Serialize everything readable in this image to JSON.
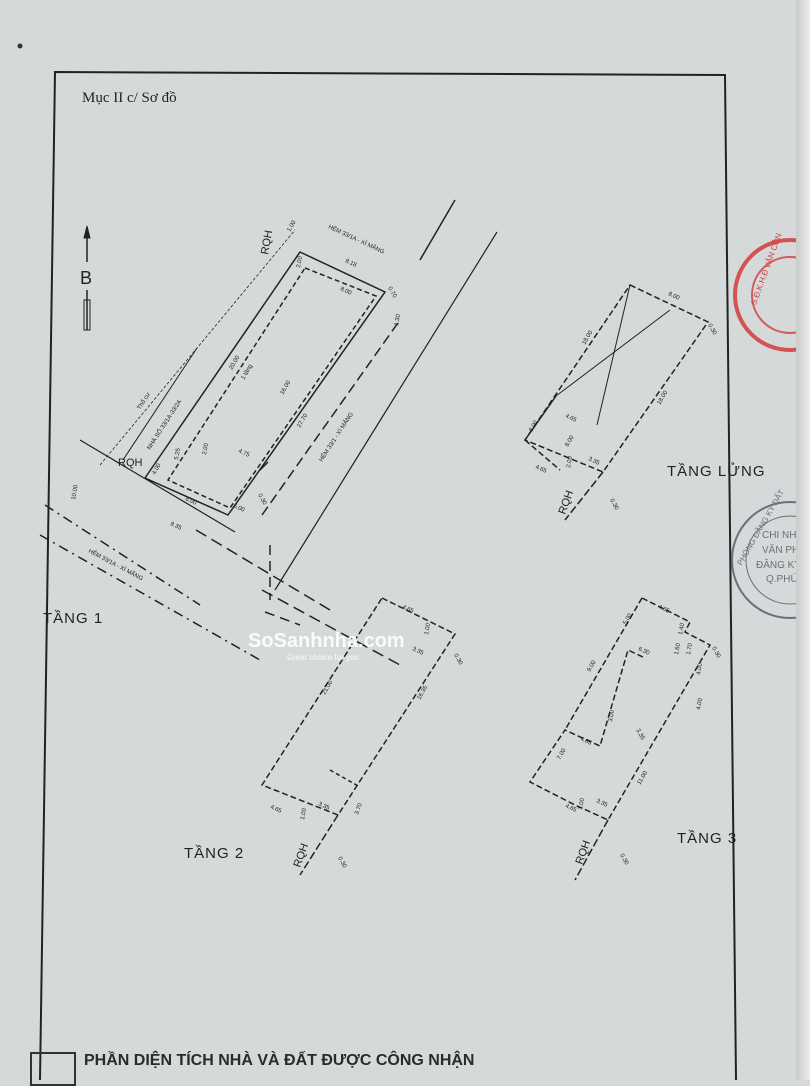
{
  "header": {
    "title": "Mục II c/ Sơ đồ"
  },
  "north_arrow": {
    "label": "B"
  },
  "floors": {
    "floor1": {
      "label": "TẦNG 1"
    },
    "mezzanine": {
      "label": "TẦNG LỬNG"
    },
    "floor2": {
      "label": "TẦNG 2"
    },
    "floor3": {
      "label": "TẦNG 3"
    }
  },
  "streets": {
    "alley_top": "HẺM 33/1A - XÍ MĂNG",
    "alley_side": "HẺM 33/1 - XÍ MĂNG",
    "alley_bottom": "HẺM 33/1A - XÍ MĂNG",
    "neighbor_note": "Thổ cư",
    "house_number": "NHÀ SỐ 33/1A-33/2A"
  },
  "dimensions": {
    "floor1": [
      "1.00",
      "RQH",
      "2.00",
      "8.18",
      "8.00",
      "0.70",
      "1.30",
      "20.00",
      "1 tầng",
      "16.00",
      "27.70",
      "2.00",
      "4.75",
      "5.25",
      "4.00",
      "RQH",
      "8.00",
      "8.35",
      "5.00",
      "10.00",
      "0.30"
    ],
    "mezzanine": [
      "8.00",
      "0.30",
      "18.00",
      "18.00",
      "4.65",
      "8.00",
      "8.00",
      "4.65",
      "2.00",
      "3.35",
      "0.30",
      "RQH"
    ],
    "floor2": [
      "4.65",
      "1.00",
      "3.35",
      "0.30",
      "21.00",
      "16.35",
      "4.65",
      "1.00",
      "3.35",
      "3.70",
      "0.30",
      "RQH"
    ],
    "floor3": [
      "4.65",
      "5.00",
      "1.40",
      "1.60",
      "1.70",
      "0.30",
      "6.30",
      "9.00",
      "4.00",
      "4.00",
      "3.00",
      "3.35",
      "4.65",
      "7.00",
      "11.00",
      "4.65",
      "1.00",
      "3.35",
      "0.30",
      "RQH"
    ]
  },
  "watermark": {
    "brand": "SoSanhnha.com",
    "tagline": "Great choice for you"
  },
  "stamps": {
    "red": "S.Đ.K.H.Đ VĂN CÔN",
    "gray": [
      "PHÒNG ĐĂNG KÝ ĐẤT",
      "CHI NH",
      "VĂN PH",
      "ĐĂNG KÝ",
      "Q.PHÚ"
    ]
  },
  "footer": {
    "text": "PHẦN DIỆN TÍCH NHÀ VÀ ĐẤT ĐƯỢC CÔNG NHẬN"
  },
  "colors": {
    "paper": "#d6d9da",
    "ink": "#222222",
    "stamp_red": "#d23a3a",
    "stamp_gray": "#6b7074"
  }
}
